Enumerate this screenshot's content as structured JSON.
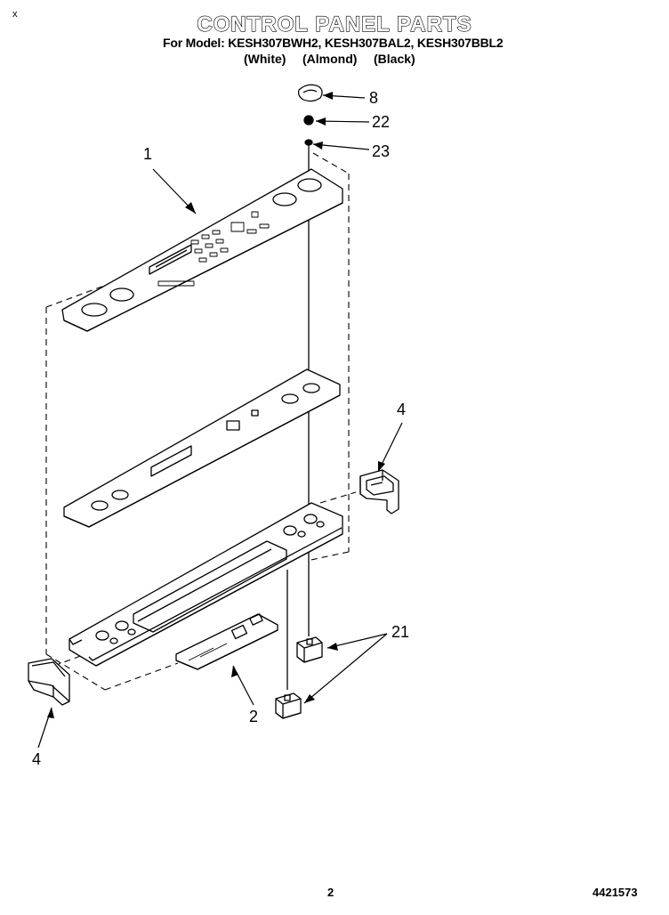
{
  "header": {
    "title": "CONTROL PANEL PARTS",
    "model_line": "For Model: KESH307BWH2, KESH307BAL2, KESH307BBL2",
    "colors": [
      "(White)",
      "(Almond)",
      "(Black)"
    ]
  },
  "callouts": {
    "knob": "8",
    "spring": "22",
    "clip": "23",
    "graphics_panel": "1",
    "end_cap_right": "4",
    "end_cap_left": "4",
    "switch": "21",
    "control_board": "2"
  },
  "corner_mark": "x",
  "footer": {
    "page_number": "2",
    "part_number": "4421573"
  }
}
